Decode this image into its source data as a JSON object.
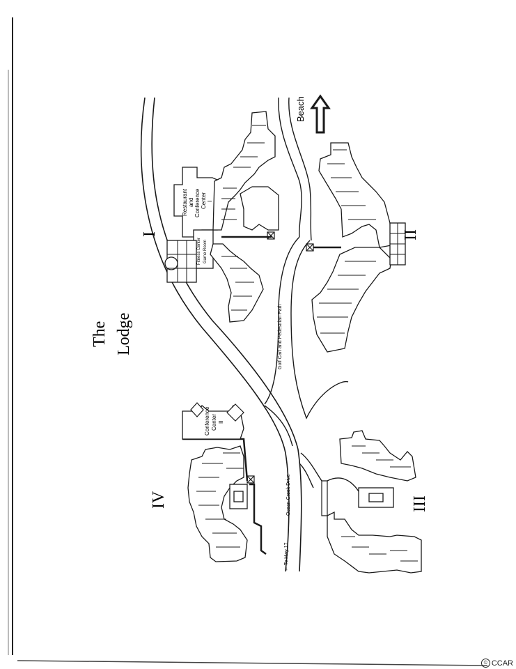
{
  "map": {
    "title_line1": "The",
    "title_line2": "Lodge",
    "building_labels": [
      "I",
      "II",
      "III",
      "IV"
    ],
    "restaurant_lines": [
      "Restaurant",
      "and",
      "Conference",
      "Center",
      "I"
    ],
    "fitness_lines": [
      "Fitness Center",
      "Game Room"
    ],
    "conference2_lines": [
      "Conference",
      "Center",
      "II"
    ],
    "path_label": "Golf Cart and Pedestrian Path",
    "drive_label": "Ocean Creek Drive",
    "hwy_label": "← To Hwy 17",
    "beach_label": "Beach"
  },
  "watermark": {
    "symbol": "©",
    "text": "CCAR"
  },
  "colors": {
    "ink": "#1a1a1a",
    "paper": "#ffffff"
  }
}
